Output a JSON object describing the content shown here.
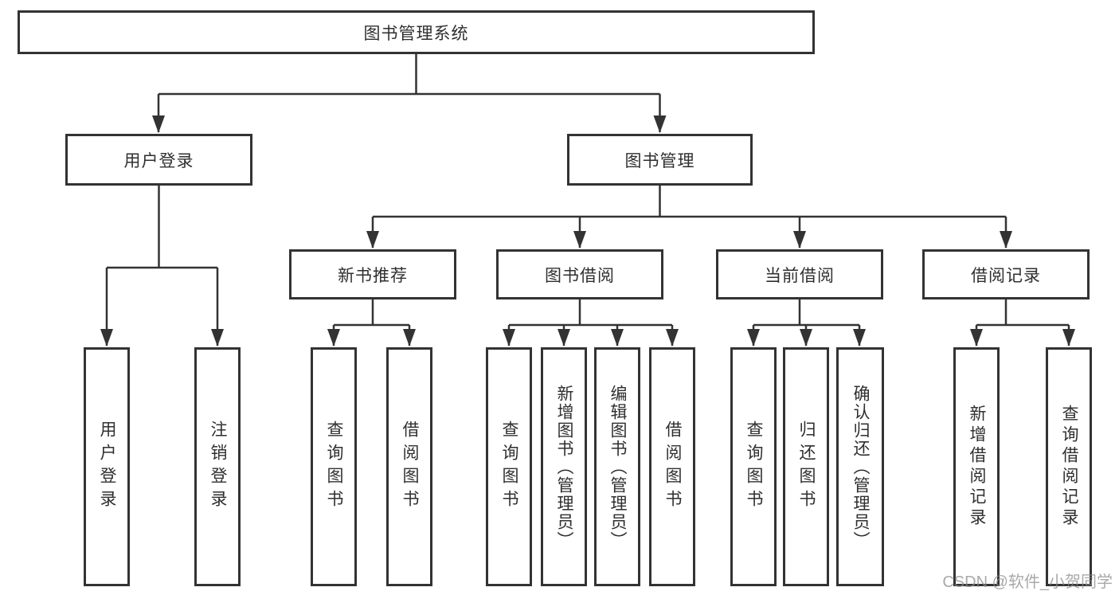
{
  "diagram": {
    "root": {
      "label": "图书管理系统"
    },
    "level2": [
      {
        "label": "用户登录"
      },
      {
        "label": "图书管理"
      }
    ],
    "level3": [
      {
        "label": "新书推荐"
      },
      {
        "label": "图书借阅"
      },
      {
        "label": "当前借阅"
      },
      {
        "label": "借阅记录"
      }
    ],
    "leaves": [
      {
        "label": "用户登录"
      },
      {
        "label": "注销登录"
      },
      {
        "label": "查询图书"
      },
      {
        "label": "借阅图书"
      },
      {
        "label": "查询图书"
      },
      {
        "label": "新增图书（管理员）"
      },
      {
        "label": "编辑图书（管理员）"
      },
      {
        "label": "借阅图书"
      },
      {
        "label": "查询图书"
      },
      {
        "label": "归还图书"
      },
      {
        "label": "确认归还（管理员）"
      },
      {
        "label": "新增借阅记录"
      },
      {
        "label": "查询借阅记录"
      }
    ]
  },
  "watermark": {
    "text": "CSDN @软件_小贺同学"
  },
  "colors": {
    "line": "#333333",
    "box_border": "#333333",
    "text": "#2f2f2f",
    "background": "#ffffff",
    "watermark": "#8c8c8c"
  }
}
